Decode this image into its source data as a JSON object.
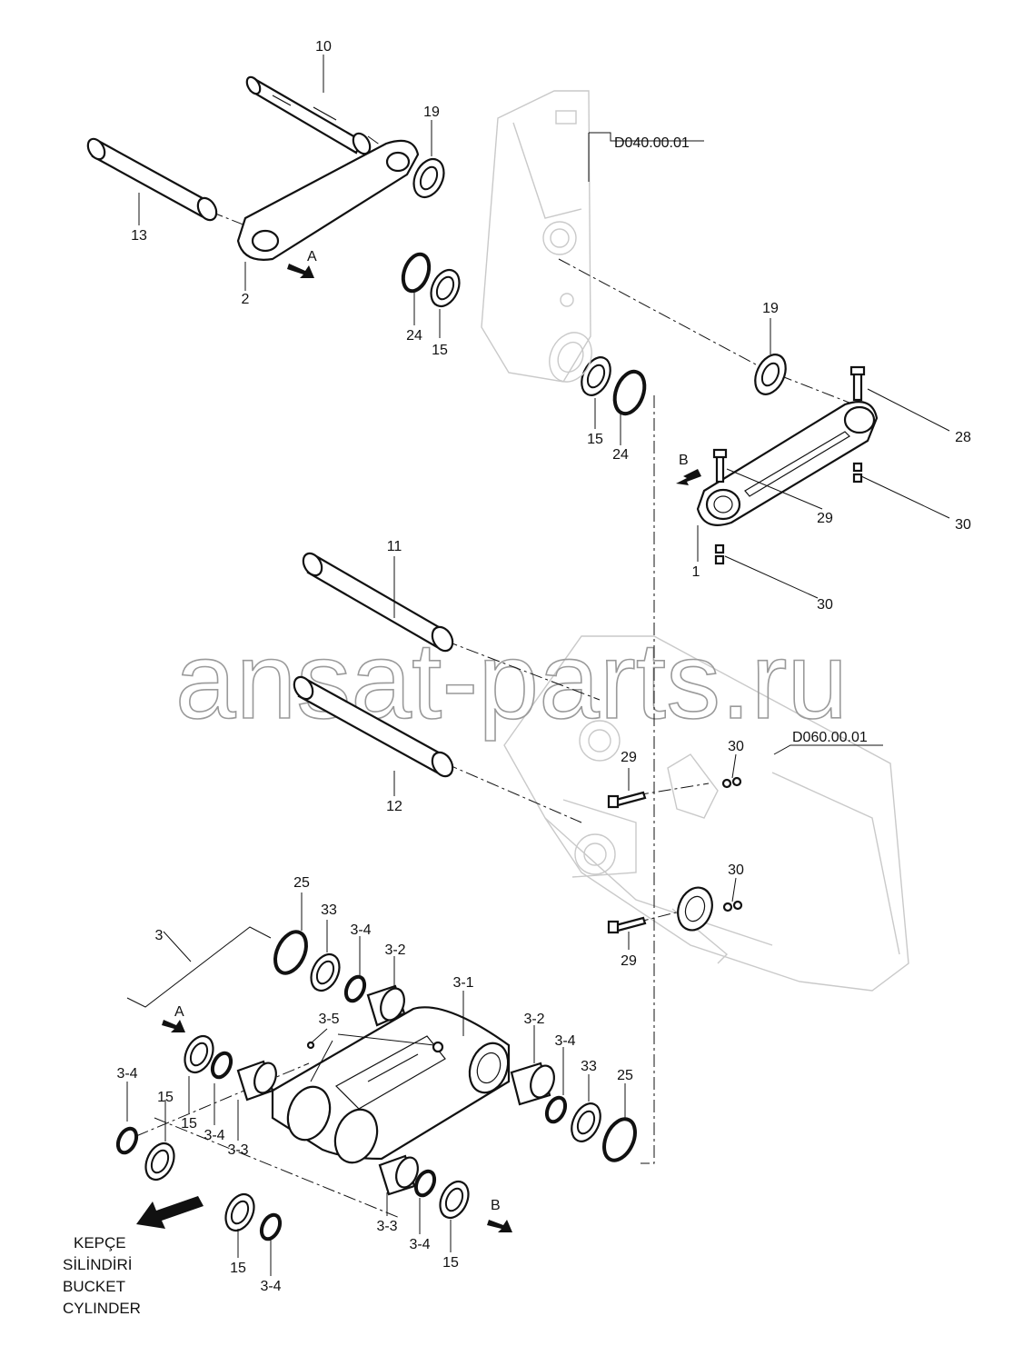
{
  "callouts": {
    "c10": "10",
    "c13": "13",
    "c19a": "19",
    "c2": "2",
    "c24a": "24",
    "c15a": "15",
    "c15b": "15",
    "c24b": "24",
    "c19b": "19",
    "c28": "28",
    "c29a": "29",
    "c30a": "30",
    "c30b": "30",
    "c1": "1",
    "c11": "11",
    "c12": "12",
    "c29b": "29",
    "c30c": "30",
    "c30d": "30",
    "c29c": "29",
    "c25a": "25",
    "c33a": "33",
    "c3_4a": "3-4",
    "c3_2a": "3-2",
    "c3": "3",
    "c3_1": "3-1",
    "c3_5": "3-5",
    "c3_2b": "3-2",
    "c3_4b": "3-4",
    "c33b": "33",
    "c25b": "25",
    "c3_4c": "3-4",
    "c15c": "15",
    "c15d": "15",
    "c3_4d": "3-4",
    "c3_3a": "3-3",
    "c3_3b": "3-3",
    "c3_4e": "3-4",
    "c15e": "15",
    "c15f": "15",
    "c3_4f": "3-4"
  },
  "view_marks": {
    "a_top": "A",
    "b_right": "B",
    "a_bottom": "A",
    "b_bottom": "B"
  },
  "references": {
    "arm": "D040.00.01",
    "bucket": "D060.00.01"
  },
  "caption": [
    "KEPÇE",
    "SİLİNDİRİ",
    "BUCKET",
    "CYLINDER"
  ],
  "watermark": "ansat-parts.ru"
}
